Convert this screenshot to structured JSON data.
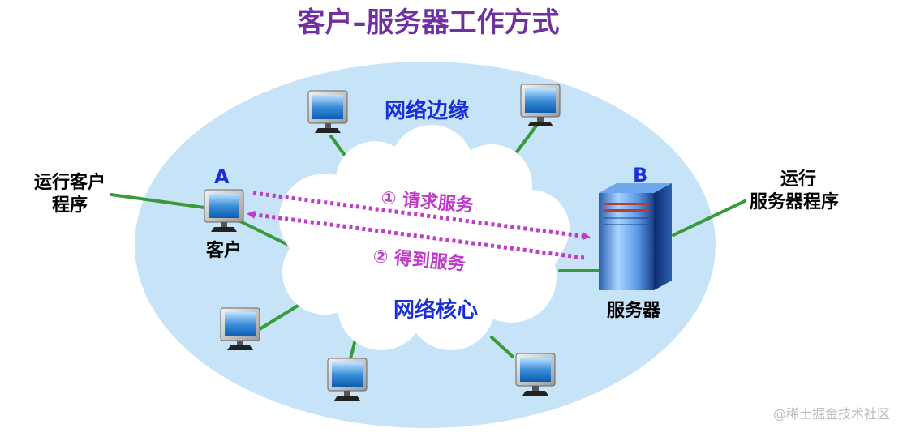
{
  "title": "客户–服务器工作方式",
  "labels": {
    "edge": "网络边缘",
    "core": "网络核心",
    "host_a_letter": "A",
    "host_a_name": "客户",
    "host_a_desc_line1": "运行客户",
    "host_a_desc_line2": "程序",
    "host_b_letter": "B",
    "host_b_name": "服务器",
    "host_b_desc_line1": "运行",
    "host_b_desc_line2": "服务器程序",
    "request": "① 请求服务",
    "response": "② 得到服务"
  },
  "watermark": "@稀土掘金技术社区",
  "colors": {
    "title": "#7030a0",
    "edge_region": "#c6e3f7",
    "link": "#3a9a3a",
    "arrow": "#c03cc8",
    "blue_label": "#1a2fd6"
  },
  "icons": [
    "computer-icon",
    "server-icon",
    "cloud-icon",
    "dotted-arrow-icon"
  ]
}
